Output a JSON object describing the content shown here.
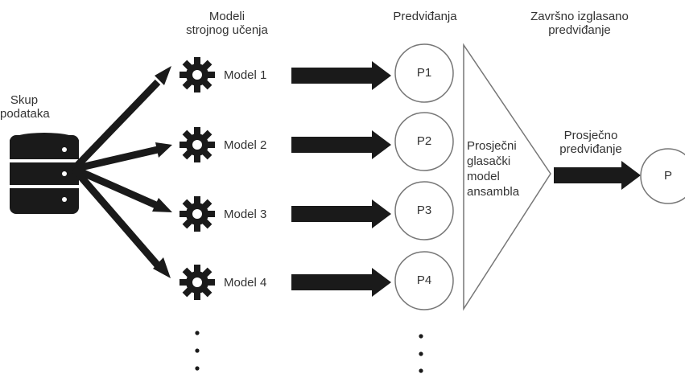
{
  "headers": {
    "models": [
      "Modeli",
      "strojnog učenja"
    ],
    "predictions": "Predviđanja",
    "final": [
      "Završno izglasano",
      "predviđanje"
    ]
  },
  "dataset": {
    "label": [
      "Skup",
      "podataka"
    ],
    "icon": "database-icon"
  },
  "models": [
    {
      "label": "Model 1",
      "icon": "gear-icon"
    },
    {
      "label": "Model 2",
      "icon": "gear-icon"
    },
    {
      "label": "Model 3",
      "icon": "gear-icon"
    },
    {
      "label": "Model 4",
      "icon": "gear-icon"
    }
  ],
  "predictions": [
    "P1",
    "P2",
    "P3",
    "P4"
  ],
  "ensemble": [
    "Prosječni",
    "glasački",
    "model",
    "ansambla"
  ],
  "average": [
    "Prosječno",
    "predviđanje"
  ],
  "final_prediction": "P",
  "colors": {
    "ink": "#1a1a1a",
    "text": "#333333",
    "outline": "#777777"
  }
}
